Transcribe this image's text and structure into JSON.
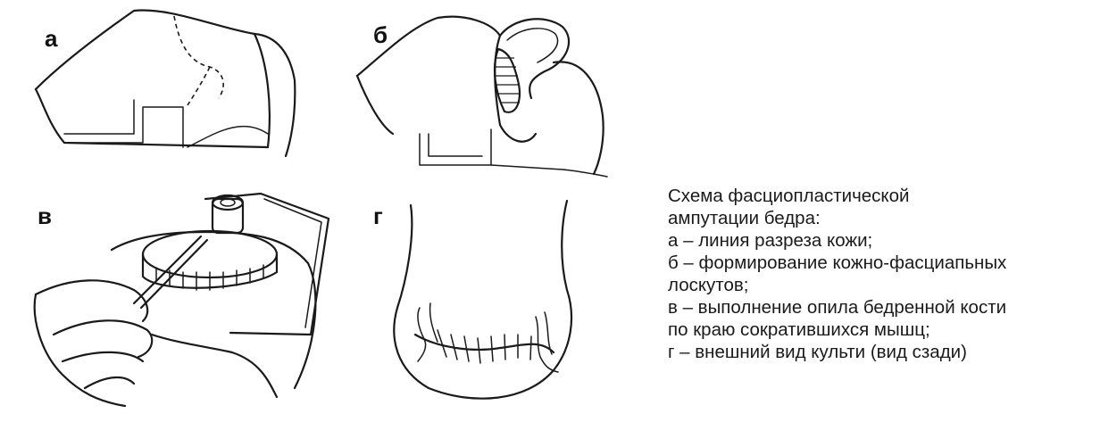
{
  "panels": {
    "a": {
      "label": "а"
    },
    "b": {
      "label": "б"
    },
    "v": {
      "label": "в"
    },
    "g": {
      "label": "г"
    }
  },
  "caption": {
    "title_line1": "Схема фасциопластической",
    "title_line2": "ампутации бедра:",
    "item_a": "а – линия разреза кожи;",
    "item_b_line1": "б – формирование кожно-фасциапьных",
    "item_b_line2": "лоскутов;",
    "item_v_line1": "в – выполнение опила бедренной кости",
    "item_v_line2": "по краю сократившихся мышц;",
    "item_g": "г – внешний вид культи (вид сзади)"
  },
  "colors": {
    "ink": "#1a1a1a",
    "background": "#ffffff"
  }
}
